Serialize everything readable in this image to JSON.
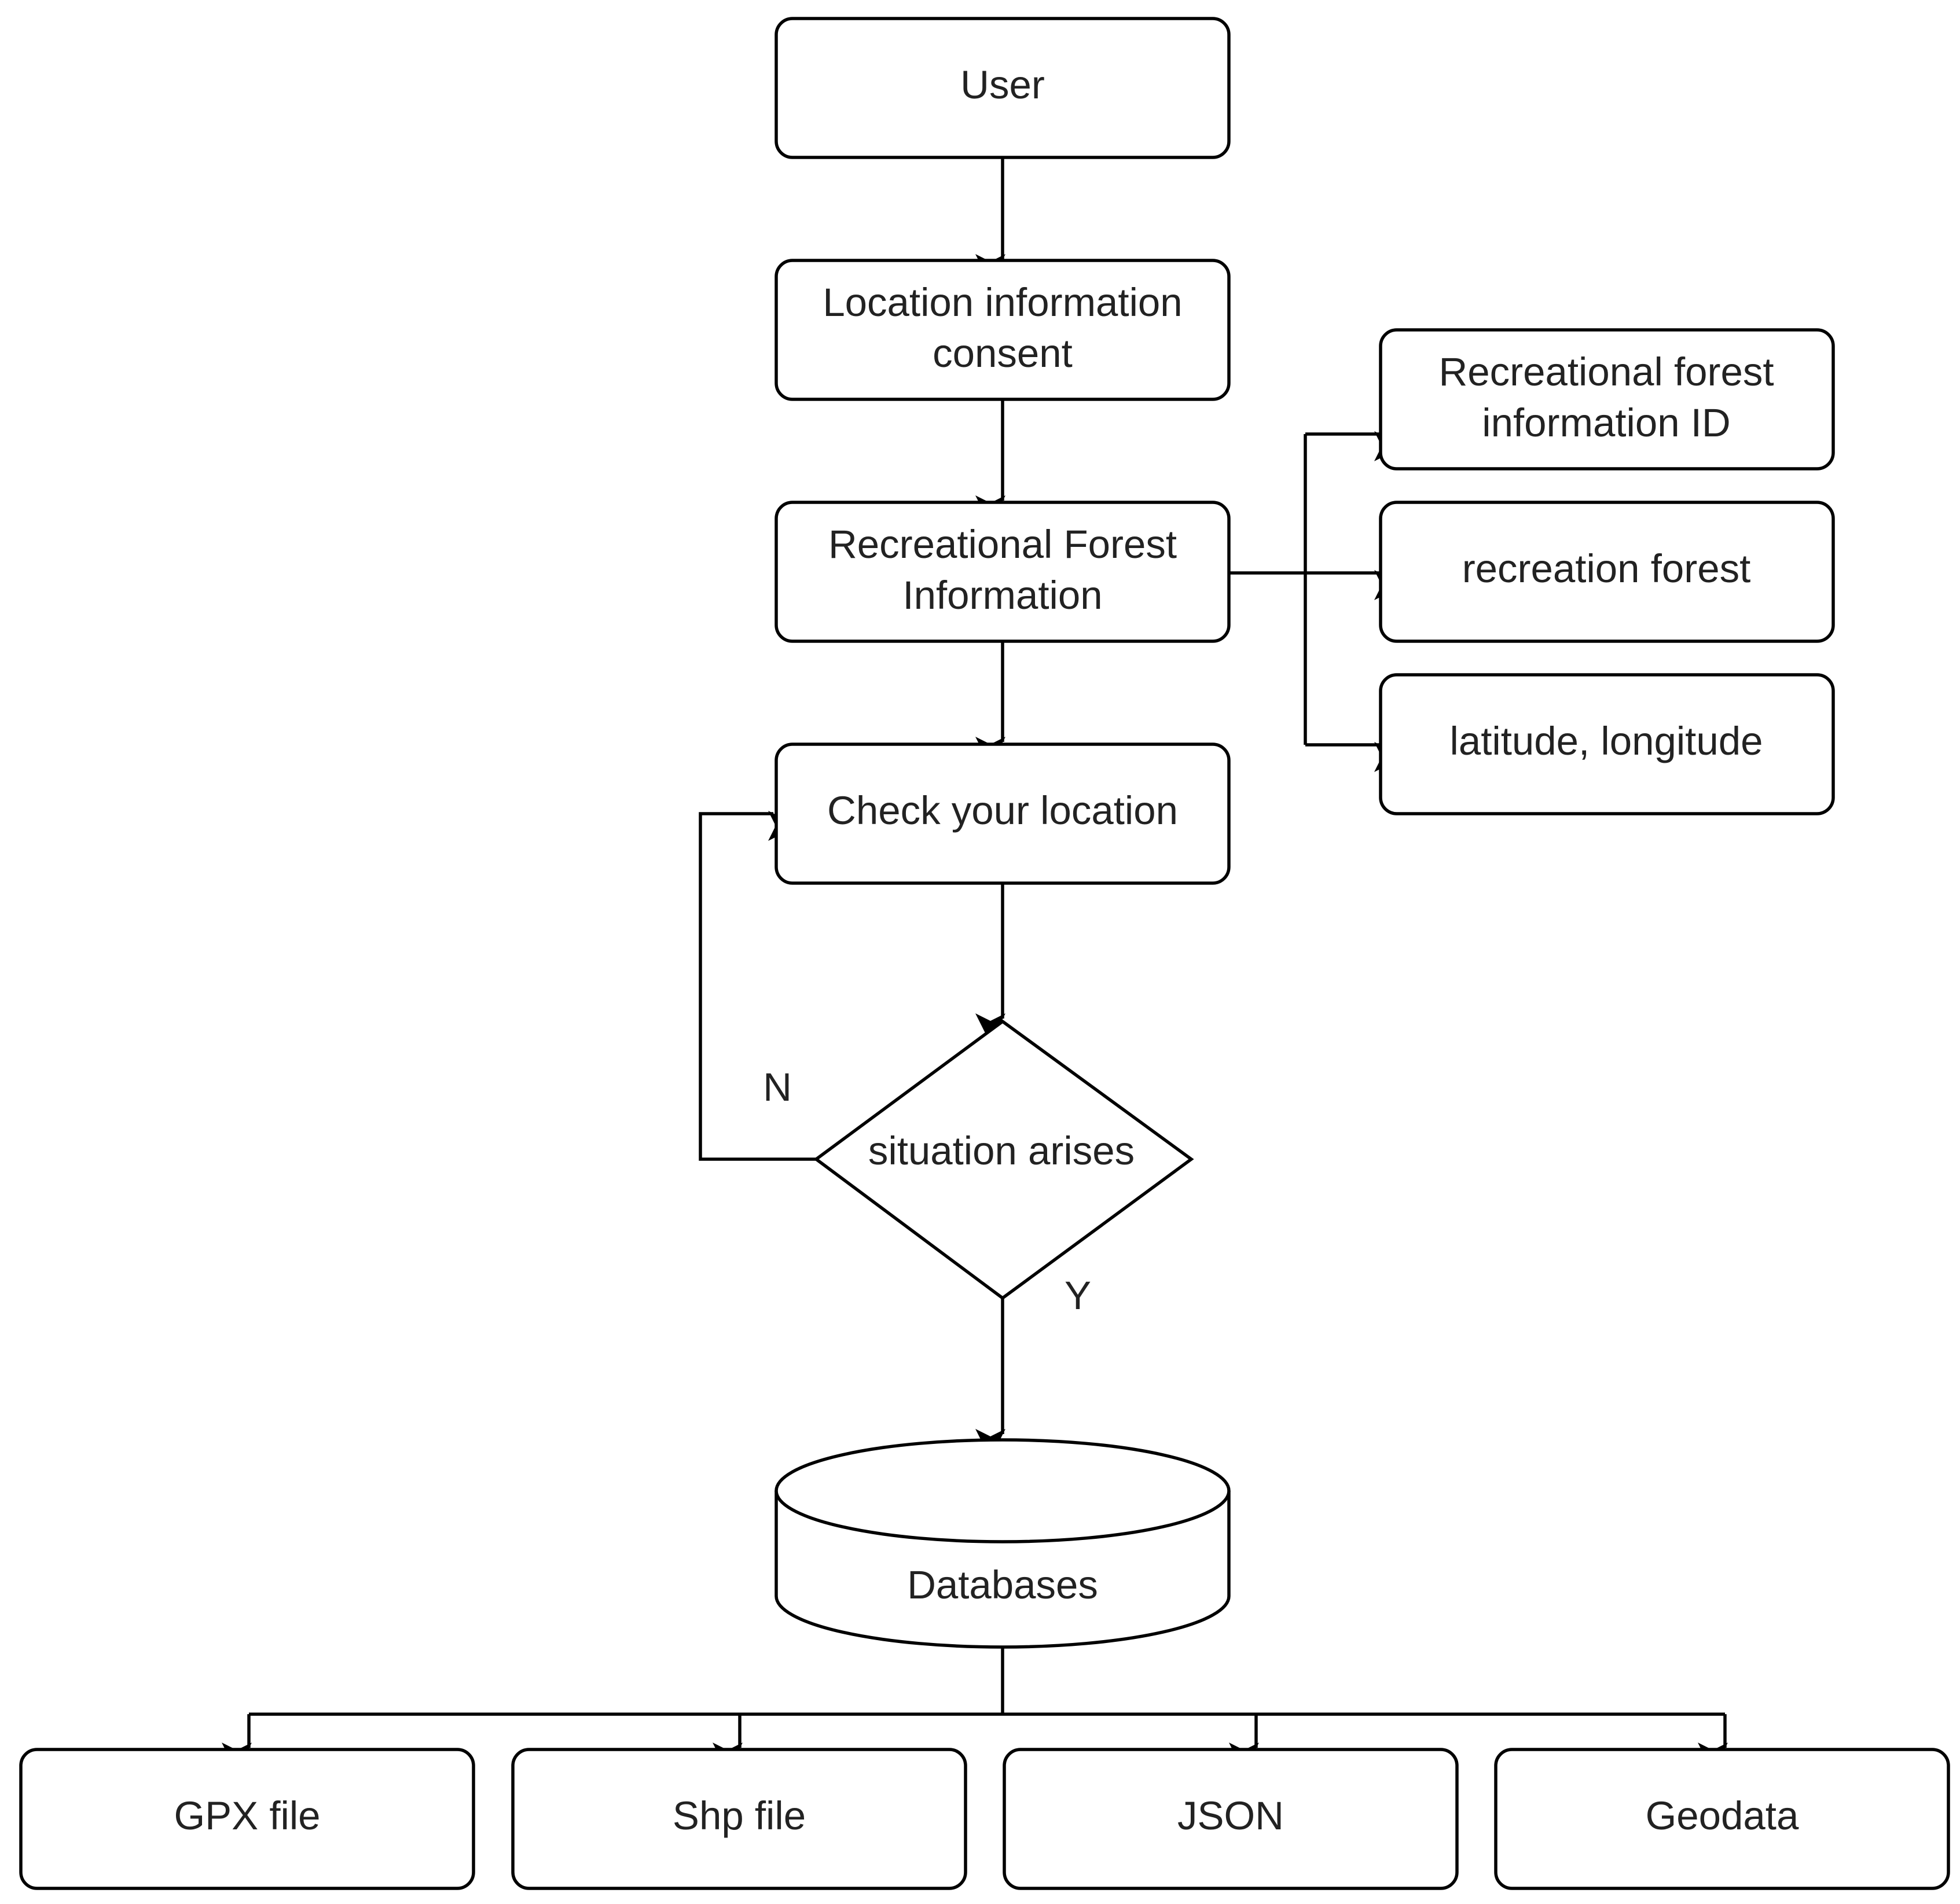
{
  "diagram": {
    "nodes": {
      "user": {
        "lines": [
          "User"
        ]
      },
      "consent": {
        "lines": [
          "Location information",
          "consent"
        ]
      },
      "forest_info": {
        "lines": [
          "Recreational Forest",
          "Information"
        ]
      },
      "info_id": {
        "lines": [
          "Recreational forest",
          "information ID"
        ]
      },
      "recreation_forest": {
        "lines": [
          "recreation forest"
        ]
      },
      "lat_lon": {
        "lines": [
          "latitude, longitude"
        ]
      },
      "check_location": {
        "lines": [
          "Check your location"
        ]
      },
      "decision": {
        "lines": [
          "situation arises"
        ]
      },
      "databases": {
        "lines": [
          "Databases"
        ]
      },
      "gpx": {
        "lines": [
          "GPX file"
        ]
      },
      "shp": {
        "lines": [
          "Shp file"
        ]
      },
      "json": {
        "lines": [
          "JSON"
        ]
      },
      "geodata": {
        "lines": [
          "Geodata"
        ]
      }
    },
    "edge_labels": {
      "no": "N",
      "yes": "Y"
    }
  }
}
